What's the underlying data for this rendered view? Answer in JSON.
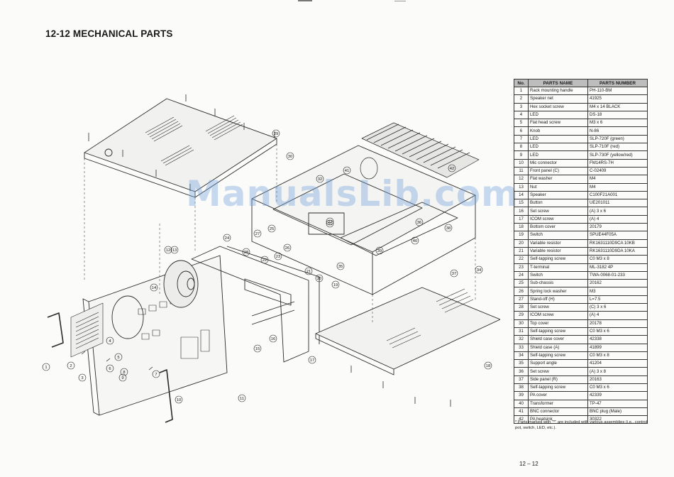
{
  "page": {
    "title": "12-12 MECHANICAL PARTS",
    "watermark": "ManualsLib.com",
    "page_number": "12 – 12",
    "footnote": "* Parts marked with \"*\" are included with various assemblies (i.e., control pot, switch, LED, etc.)."
  },
  "table": {
    "headers": [
      "No.",
      "PARTS NAME",
      "PARTS NUMBER"
    ],
    "rows": [
      [
        "1",
        "Rack mounting handle",
        "PH-110-BM"
      ],
      [
        "2",
        "Speaker net",
        "41925"
      ],
      [
        "3",
        "Hex socket screw",
        "M4 x 14 BLACK"
      ],
      [
        "4",
        "LED",
        "DS-18"
      ],
      [
        "5",
        "Flat head screw",
        "M3 x 6"
      ],
      [
        "6",
        "Knob",
        "N-86"
      ],
      [
        "7",
        "LED",
        "SLP-720F (green)"
      ],
      [
        "8",
        "LED",
        "SLP-710F (red)"
      ],
      [
        "9",
        "LED",
        "SLP-730F (yellow/red)"
      ],
      [
        "10",
        "Mic connector",
        "FM14RS-7H"
      ],
      [
        "11",
        "Front panel (C)",
        "C-02409"
      ],
      [
        "12",
        "Flat washer",
        "M4"
      ],
      [
        "13",
        "Nut",
        "M4"
      ],
      [
        "14",
        "Speaker",
        "C100F21A001"
      ],
      [
        "15",
        "Button",
        "UE201011"
      ],
      [
        "16",
        "Set screw",
        "(A) 3 x 6"
      ],
      [
        "17",
        "ICOM screw",
        "(A) 4"
      ],
      [
        "18",
        "Bottom cover",
        "20179"
      ],
      [
        "19",
        "Switch",
        "SPUE44F05A"
      ],
      [
        "20",
        "Variable resistor",
        "RK1631110D9CA 10KB"
      ],
      [
        "21",
        "Variable resistor",
        "RK1631110D9DA 10KA"
      ],
      [
        "22",
        "Self-tapping screw",
        "C0 M3 x 8"
      ],
      [
        "23",
        "T-terminal",
        "ML-3182 4P"
      ],
      [
        "24",
        "Switch",
        "TWA-0068-01-233"
      ],
      [
        "25",
        "Sub-chassis",
        "20162"
      ],
      [
        "26",
        "Spring lock washer",
        "M3"
      ],
      [
        "27",
        "Stand-off (H)",
        "L=7.5"
      ],
      [
        "28",
        "Set screw",
        "(C) 3 x 6"
      ],
      [
        "29",
        "ICOM screw",
        "(A) 4"
      ],
      [
        "30",
        "Top cover",
        "20178"
      ],
      [
        "31",
        "Self-tapping screw",
        "C0 M3 x 6"
      ],
      [
        "32",
        "Shield case cover",
        "42338"
      ],
      [
        "33",
        "Shield case (A)",
        "41899"
      ],
      [
        "34",
        "Self-tapping screw",
        "C0 M3 x 8"
      ],
      [
        "35",
        "Support angle",
        "41204"
      ],
      [
        "36",
        "Set screw",
        "(A) 3 x 8"
      ],
      [
        "37",
        "Side panel (R)",
        "20163"
      ],
      [
        "38",
        "Self-tapping screw",
        "C0 M3 x 6"
      ],
      [
        "39",
        "PA cover",
        "42339"
      ],
      [
        "40",
        "Transformer",
        "TP-47"
      ],
      [
        "41",
        "BNC connector",
        "BNC plug (Male)"
      ],
      [
        "42",
        "PA heatsink",
        "30322"
      ]
    ]
  },
  "diagram": {
    "callouts": [
      "1",
      "2",
      "3",
      "4",
      "5",
      "6",
      "7",
      "8",
      "9",
      "10",
      "11",
      "12",
      "13",
      "14",
      "15",
      "16",
      "17",
      "18",
      "19",
      "20",
      "21",
      "22",
      "23",
      "24",
      "25",
      "26",
      "27",
      "28",
      "29",
      "30",
      "31",
      "32",
      "33",
      "34",
      "35",
      "36",
      "37",
      "38",
      "39",
      "40",
      "41",
      "42"
    ]
  }
}
